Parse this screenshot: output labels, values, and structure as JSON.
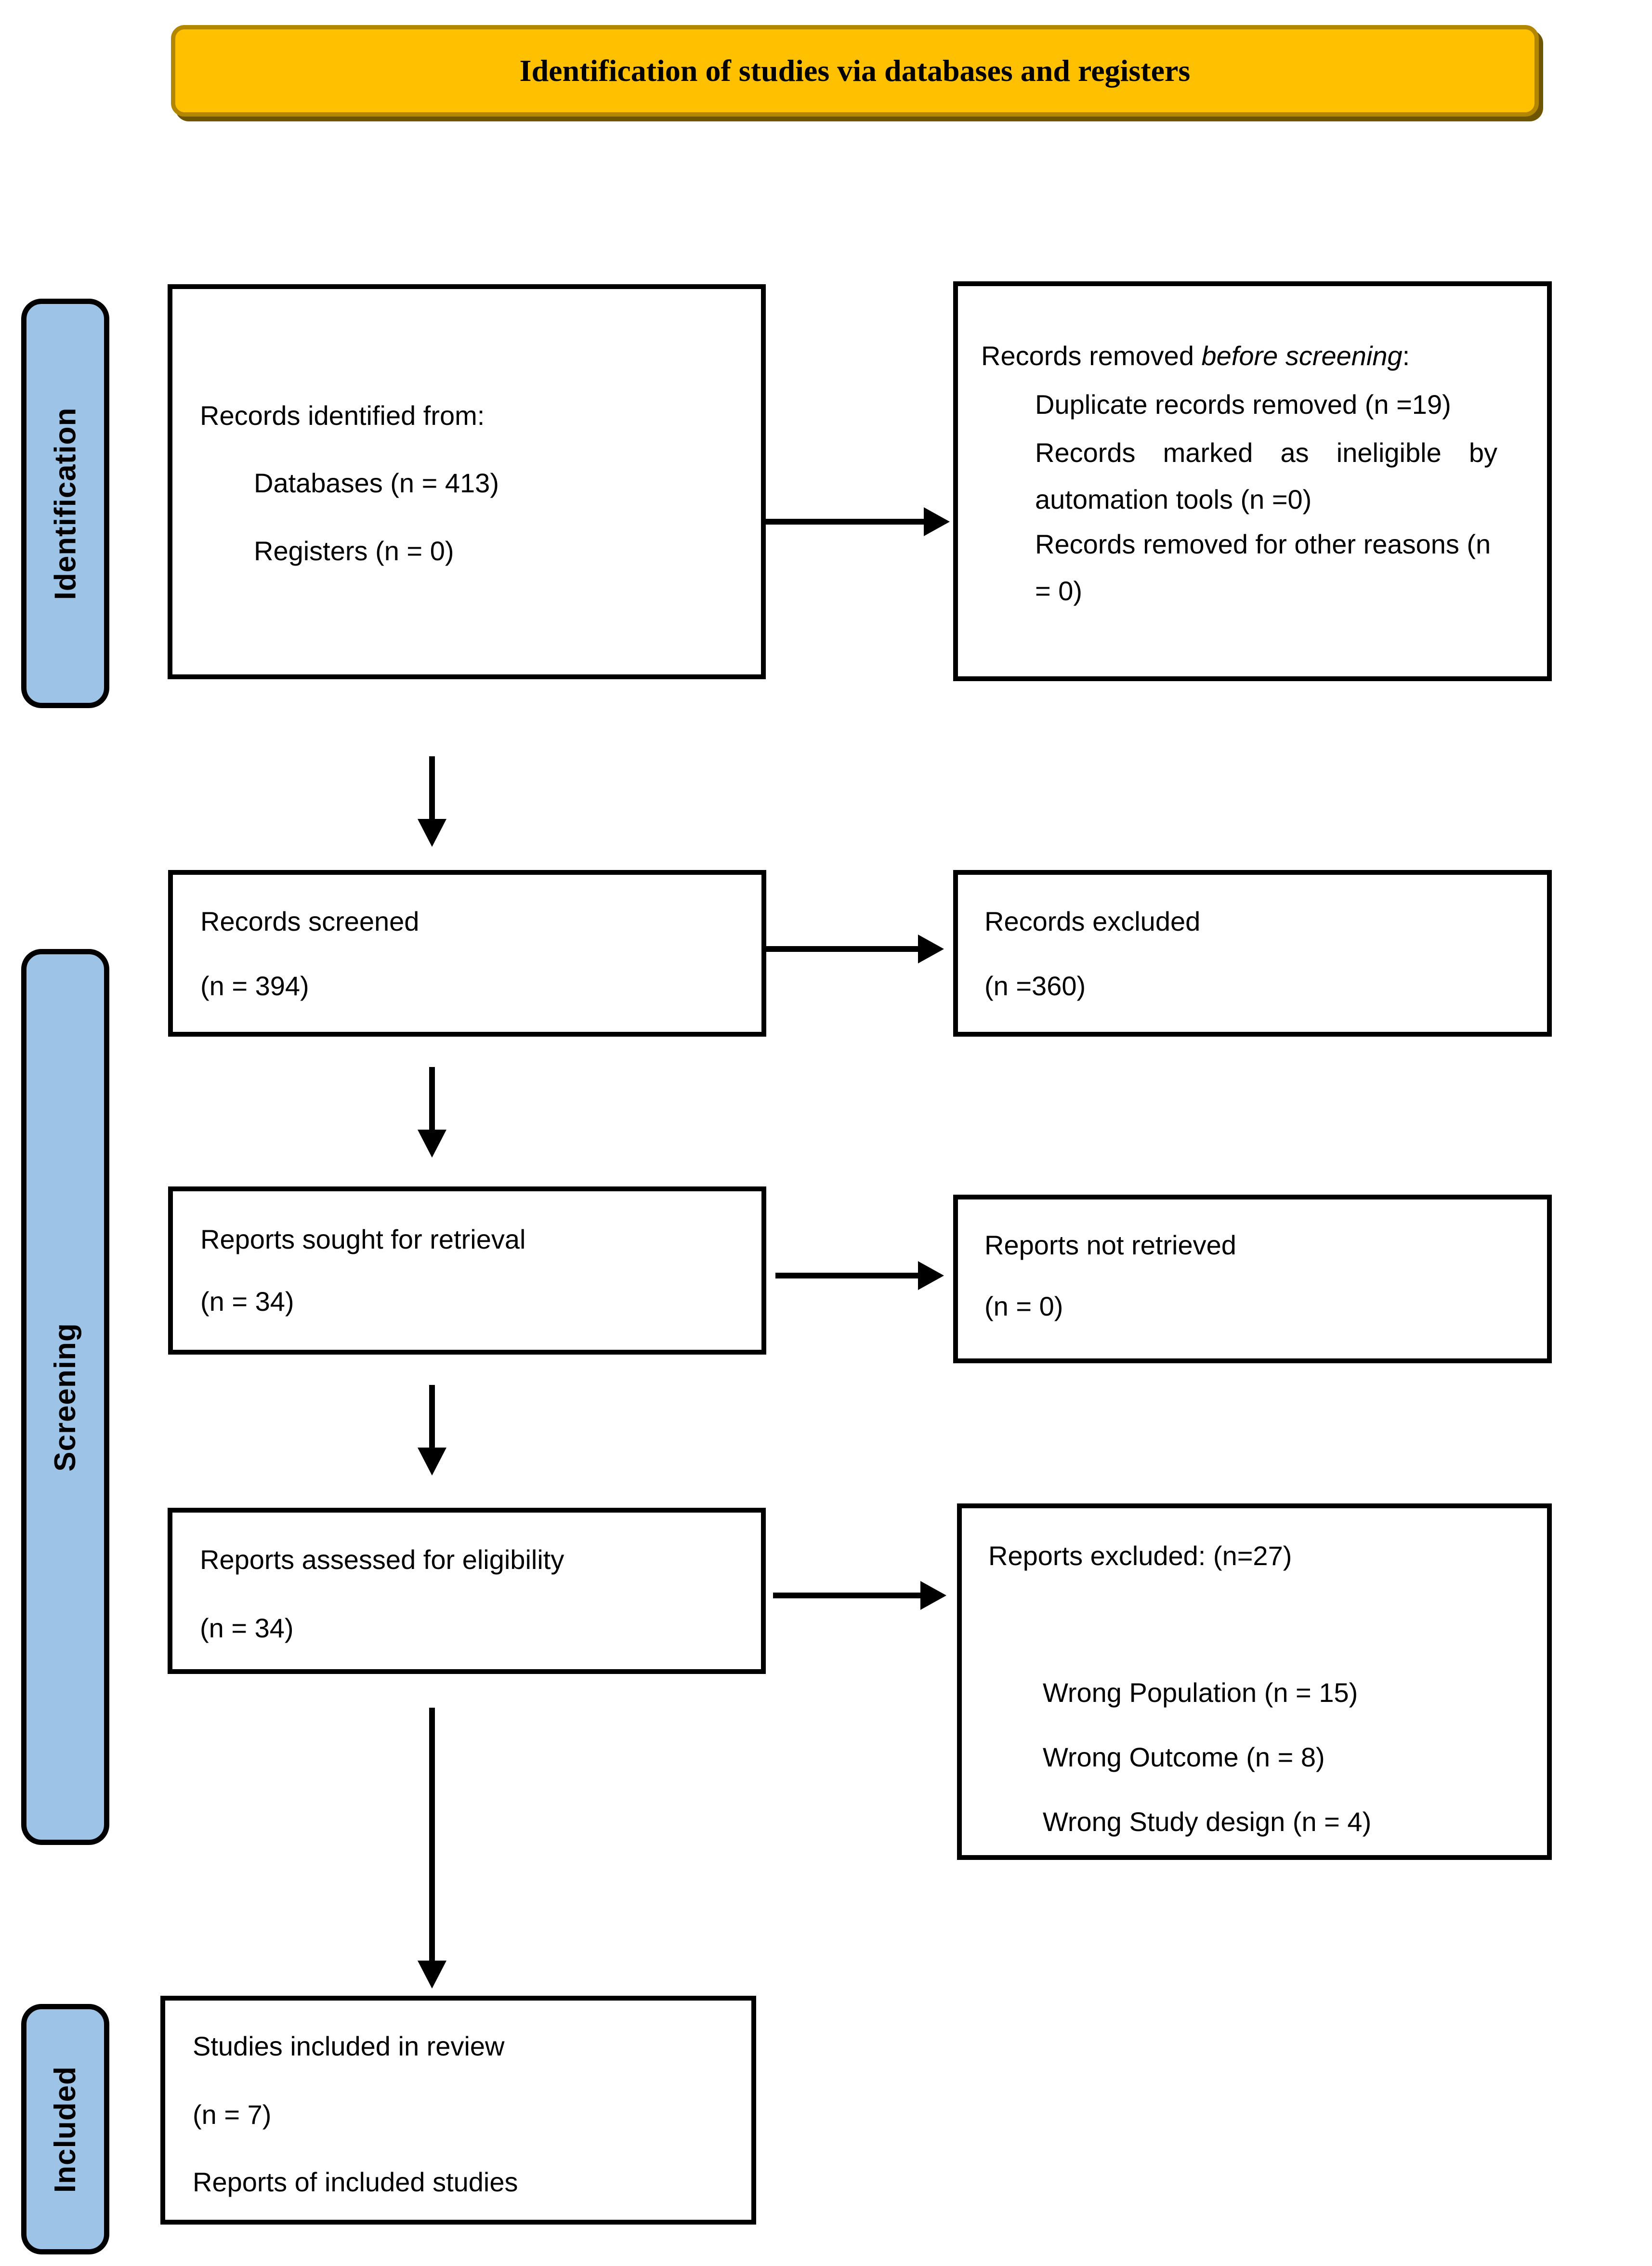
{
  "header": {
    "title": "Identification of studies via databases and registers"
  },
  "stages": [
    {
      "label": "Identification"
    },
    {
      "label": "Screening"
    },
    {
      "label": "Included"
    }
  ],
  "boxes": {
    "identified": {
      "line1": "Records identified from:",
      "line2": "Databases (n = 413)",
      "line3": "Registers (n = 0)"
    },
    "removed": {
      "title_prefix": "Records removed ",
      "title_italic": "before screening",
      "title_suffix": ":",
      "item1": "Duplicate records removed (n =19)",
      "item2": "Records marked as ineligible by automation tools (n =0)",
      "item3": "Records removed for other reasons (n = 0)"
    },
    "screened": {
      "line1": "Records screened",
      "line2": "(n = 394)"
    },
    "excluded": {
      "line1": "Records excluded",
      "line2": "(n =360)"
    },
    "sought": {
      "line1": "Reports sought for retrieval",
      "line2": "(n = 34)"
    },
    "not_retrieved": {
      "line1": "Reports not retrieved",
      "line2": "(n = 0)"
    },
    "assessed": {
      "line1": "Reports assessed for eligibility",
      "line2": "(n = 34)"
    },
    "reports_excluded": {
      "title": "Reports excluded: (n=27)",
      "item1": "Wrong Population (n = 15)",
      "item2": "Wrong Outcome (n = 8)",
      "item3": "Wrong Study design (n = 4)"
    },
    "included_box": {
      "line1": "Studies included in review",
      "line2": "(n = 7)",
      "line3": "Reports of included studies"
    }
  },
  "colors": {
    "banner_bg": "#FFC000",
    "banner_border": "#B38600",
    "stage_bg": "#9DC3E6",
    "box_border": "#000000"
  }
}
